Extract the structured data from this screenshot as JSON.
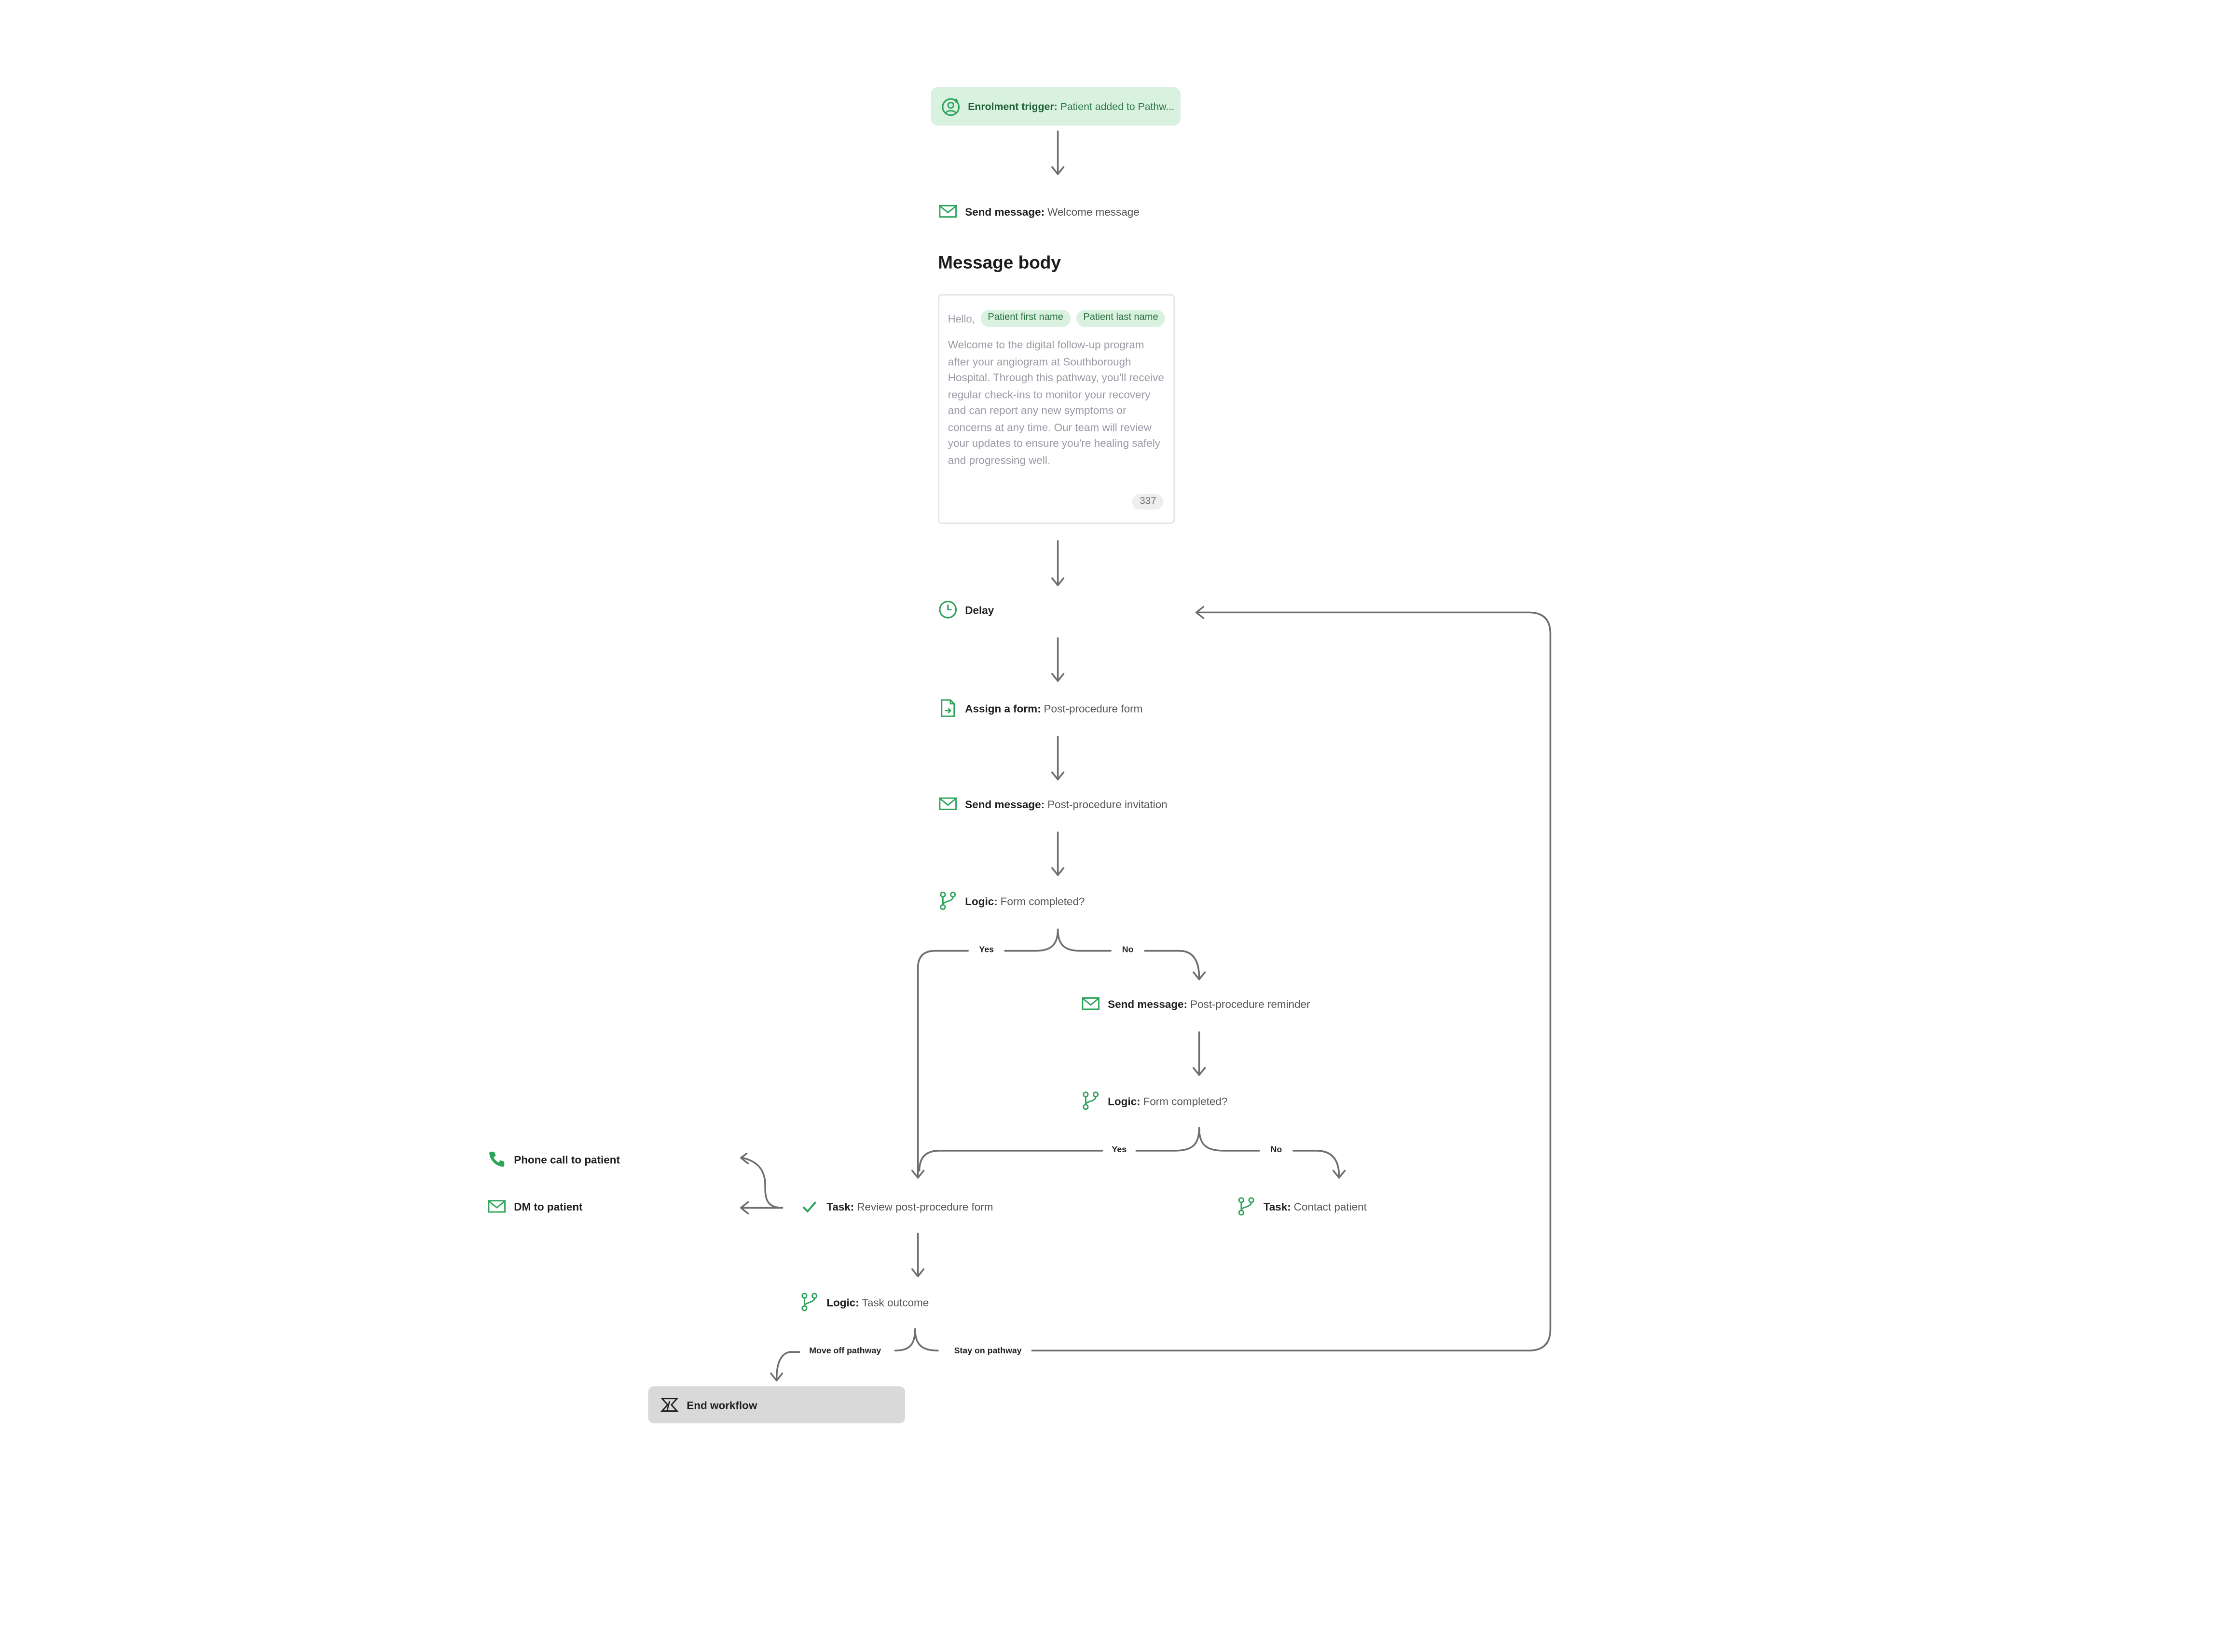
{
  "colors": {
    "accent": "#2ea35a",
    "trigger_bg": "#d9f1df",
    "end_bg": "#d9d9d9",
    "edge": "#6e6e6e"
  },
  "trigger": {
    "label": "Enrolment trigger:",
    "value": "Patient added to Pathw...",
    "icon": "user-add-icon"
  },
  "send_welcome": {
    "label": "Send message:",
    "value": "Welcome message",
    "icon": "mail-icon"
  },
  "message_body": {
    "heading": "Message body",
    "greeting": "Hello,",
    "chips": [
      "Patient first name",
      "Patient last name"
    ],
    "text": "Welcome to the digital follow-up program after your angiogram at Southborough Hospital. Through this pathway, you'll receive regular check-ins to monitor your recovery and can report any new symptoms or concerns at any time. Our team will review your updates to ensure you're healing safely and progressing well.",
    "char_count": "337"
  },
  "delay": {
    "label": "Delay",
    "icon": "clock-icon"
  },
  "assign_form": {
    "label": "Assign a form:",
    "value": "Post-procedure form",
    "icon": "form-icon"
  },
  "send_invitation": {
    "label": "Send message:",
    "value": "Post-procedure invitation",
    "icon": "mail-icon"
  },
  "logic_form_1": {
    "label": "Logic:",
    "value": "Form completed?",
    "icon": "branch-icon"
  },
  "send_reminder": {
    "label": "Send message:",
    "value": "Post-procedure reminder",
    "icon": "mail-icon"
  },
  "logic_form_2": {
    "label": "Logic:",
    "value": "Form completed?",
    "icon": "branch-icon"
  },
  "task_review": {
    "label": "Task:",
    "value": "Review post-procedure form",
    "icon": "check-icon"
  },
  "task_contact": {
    "label": "Task:",
    "value": "Contact patient",
    "icon": "branch-icon"
  },
  "phone_call": {
    "label": "Phone call to patient",
    "icon": "phone-icon"
  },
  "dm_patient": {
    "label": "DM to patient",
    "icon": "mail-icon"
  },
  "logic_outcome": {
    "label": "Logic:",
    "value": "Task outcome",
    "icon": "branch-icon"
  },
  "end": {
    "label": "End workflow",
    "icon": "end-flag-icon"
  },
  "branch_labels": {
    "yes_1": "Yes",
    "no_1": "No",
    "yes_2": "Yes",
    "no_2": "No",
    "move_off": "Move off pathway",
    "stay_on": "Stay on pathway"
  }
}
